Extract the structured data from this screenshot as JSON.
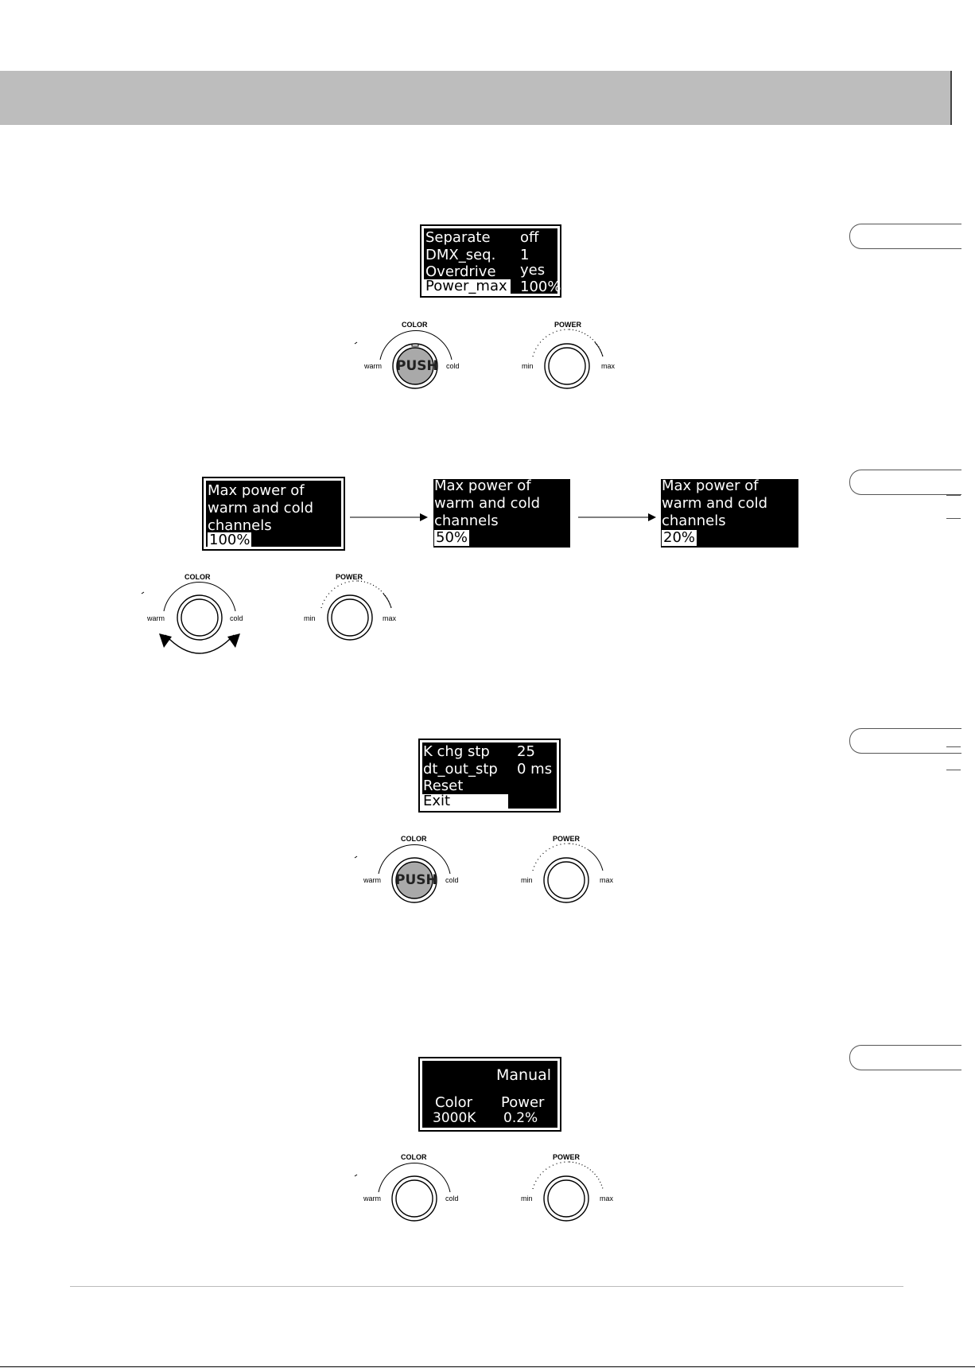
{
  "screens": {
    "settings": {
      "rows": [
        {
          "label": "Separate",
          "value": "off"
        },
        {
          "label": "DMX_seq.",
          "value": "1"
        },
        {
          "label": "Overdrive",
          "value": "yes"
        },
        {
          "label": "Power_max",
          "value": "100%"
        }
      ],
      "selected_row": 3
    },
    "max_power": {
      "lines": [
        "Max power of",
        "warm and cold",
        "channels"
      ],
      "steps": [
        "100%",
        "50%",
        "20%"
      ]
    },
    "extra": {
      "rows": [
        {
          "label": "K chg stp",
          "value": "25"
        },
        {
          "label": "dt_out_stp",
          "value": "0 ms"
        },
        {
          "label": "Reset",
          "value": ""
        },
        {
          "label": "Exit",
          "value": ""
        }
      ],
      "selected_row": 3
    },
    "manual": {
      "mode": "Manual",
      "color_label": "Color",
      "color_value": "3000K",
      "power_label": "Power",
      "power_value": "0.2%"
    }
  },
  "knobs": {
    "color_title": "COLOR",
    "power_title": "POWER",
    "warm": "warm",
    "cold": "cold",
    "min": "min",
    "max": "max",
    "push": "PUSH"
  }
}
